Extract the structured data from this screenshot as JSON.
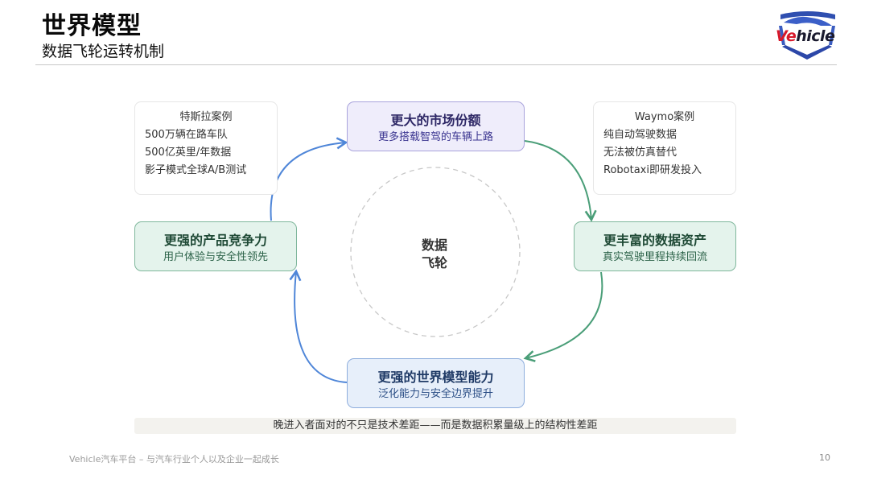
{
  "header": {
    "title": "世界模型",
    "subtitle": "数据飞轮运转机制"
  },
  "logo": {
    "text_red": "Ve",
    "text_dark": "hicle"
  },
  "cases": {
    "tesla": {
      "title": "特斯拉案例",
      "lines": [
        "500万辆在路车队",
        "500亿英里/年数据",
        "影子模式全球A/B测试"
      ]
    },
    "waymo": {
      "title": "Waymo案例",
      "lines": [
        "纯自动驾驶数据",
        "无法被仿真替代",
        "Robotaxi即研发投入"
      ]
    }
  },
  "flywheel": {
    "center": [
      "数据",
      "飞轮"
    ],
    "nodes": {
      "market": {
        "title": "更大的市场份额",
        "sub": "更多搭载智驾的车辆上路"
      },
      "data": {
        "title": "更丰富的数据资产",
        "sub": "真实驾驶里程持续回流"
      },
      "world": {
        "title": "更强的世界模型能力",
        "sub": "泛化能力与安全边界提升"
      },
      "product": {
        "title": "更强的产品竞争力",
        "sub": "用户体验与安全性领先"
      }
    },
    "colors": {
      "green_arrow": "#4a9e78",
      "blue_arrow": "#4f86d8",
      "circle": "#c8c8c8"
    }
  },
  "conclusion": "晚进入者面对的不只是技术差距——而是数据积累量级上的结构性差距",
  "footer": {
    "text": "Vehicle汽车平台 – 与汽车行业个人以及企业一起成长",
    "page": "10"
  }
}
